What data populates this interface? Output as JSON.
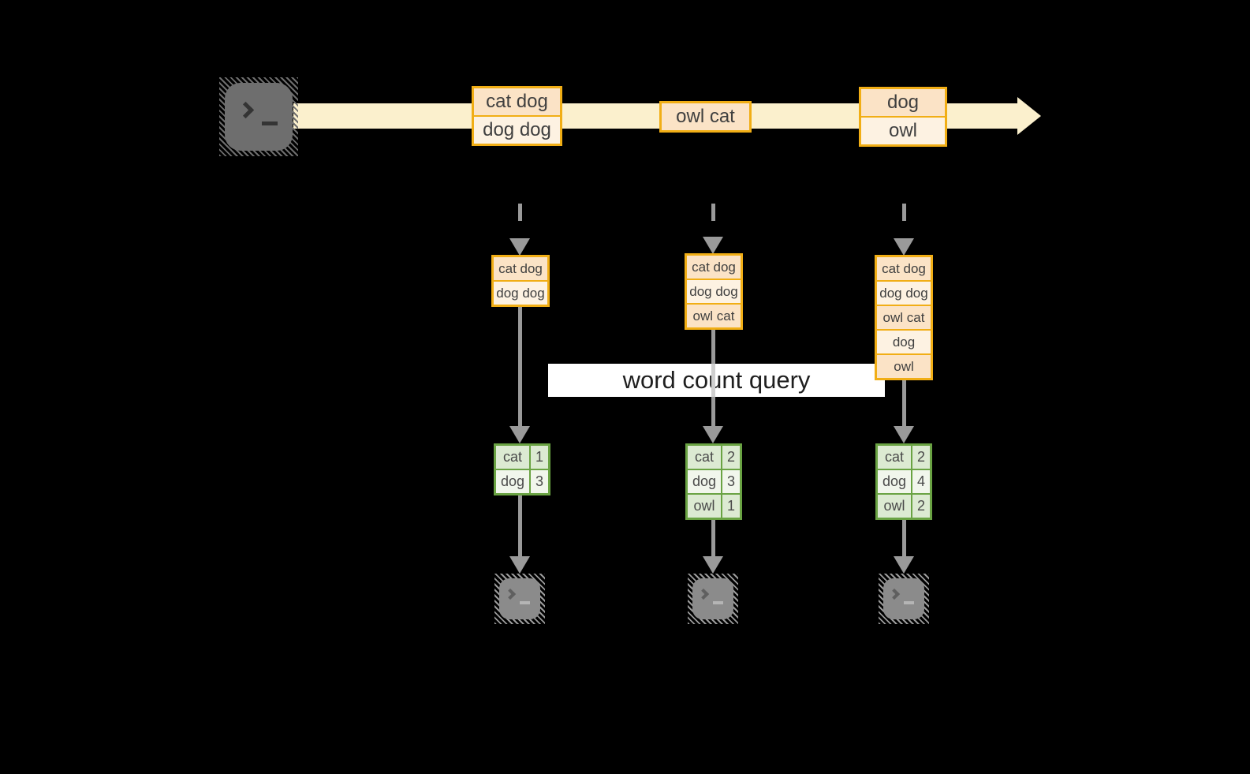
{
  "colors": {
    "background": "#000000",
    "stream_band": "#fbf0cd",
    "box_border_orange": "#f1ae15",
    "box_fill_peach": "#fbe3c6",
    "box_fill_cream": "#fdf2e2",
    "table_border_green": "#6aa343",
    "table_fill_green": "#dcead2",
    "table_fill_light": "#f1f6ec",
    "arrow_gray": "#9a9a9a",
    "arrow_gray_on_white": "#cfcfcf",
    "query_box_bg": "#ffffff",
    "query_text": "#1f1f1f",
    "terminal_source_fill": "#6e6e6e",
    "terminal_source_glyph": "#343434",
    "terminal_sink_fill": "#8b8b8b",
    "terminal_sink_glyph": "#5f5f5f",
    "terminal_sink_bar": "#b5b5b5"
  },
  "stream": {
    "batches": [
      {
        "rows": [
          "cat dog",
          "dog dog"
        ]
      },
      {
        "rows": [
          "owl cat"
        ]
      },
      {
        "rows": [
          "dog",
          "owl"
        ]
      }
    ]
  },
  "query": {
    "label": "word count query"
  },
  "columns": [
    {
      "state": [
        "cat dog",
        "dog dog"
      ],
      "counts": [
        {
          "word": "cat",
          "count": "1"
        },
        {
          "word": "dog",
          "count": "3"
        }
      ]
    },
    {
      "state": [
        "cat dog",
        "dog dog",
        "owl cat"
      ],
      "counts": [
        {
          "word": "cat",
          "count": "2"
        },
        {
          "word": "dog",
          "count": "3"
        },
        {
          "word": "owl",
          "count": "1"
        }
      ]
    },
    {
      "state": [
        "cat dog",
        "dog dog",
        "owl cat",
        "dog",
        "owl"
      ],
      "counts": [
        {
          "word": "cat",
          "count": "2"
        },
        {
          "word": "dog",
          "count": "4"
        },
        {
          "word": "owl",
          "count": "2"
        }
      ]
    }
  ],
  "icons": {
    "source": "terminal-icon",
    "sinks": [
      "terminal-icon",
      "terminal-icon",
      "terminal-icon"
    ]
  }
}
